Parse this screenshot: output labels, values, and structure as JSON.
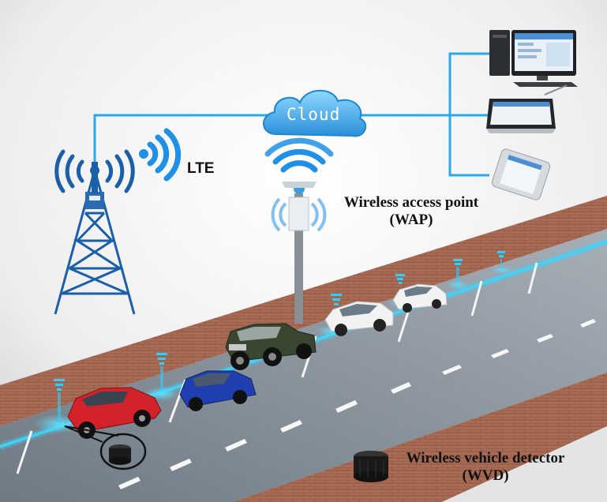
{
  "labels": {
    "cloud": "Cloud",
    "lte": "LTE",
    "wap_line1": "Wireless access point",
    "wap_line2": "(WAP)",
    "wvd_line1": "Wireless vehicle detector",
    "wvd_line2": "(WVD)"
  },
  "colors": {
    "network_line": "#2aa9e6",
    "signal": "#1e90e8",
    "road": "#7f8a94",
    "curb": "#a36a52",
    "glow": "#33ccff",
    "car_red": "#d4222b",
    "car_blue": "#1f3fb0",
    "car_white": "#f2f2f2",
    "suv": "#3a4630"
  },
  "icons": [
    "cell-tower-icon",
    "cloud-icon",
    "desktop-computer-icon",
    "tablet-icon",
    "smartphone-icon",
    "wap-pole-icon",
    "vehicle-detector-icon"
  ]
}
